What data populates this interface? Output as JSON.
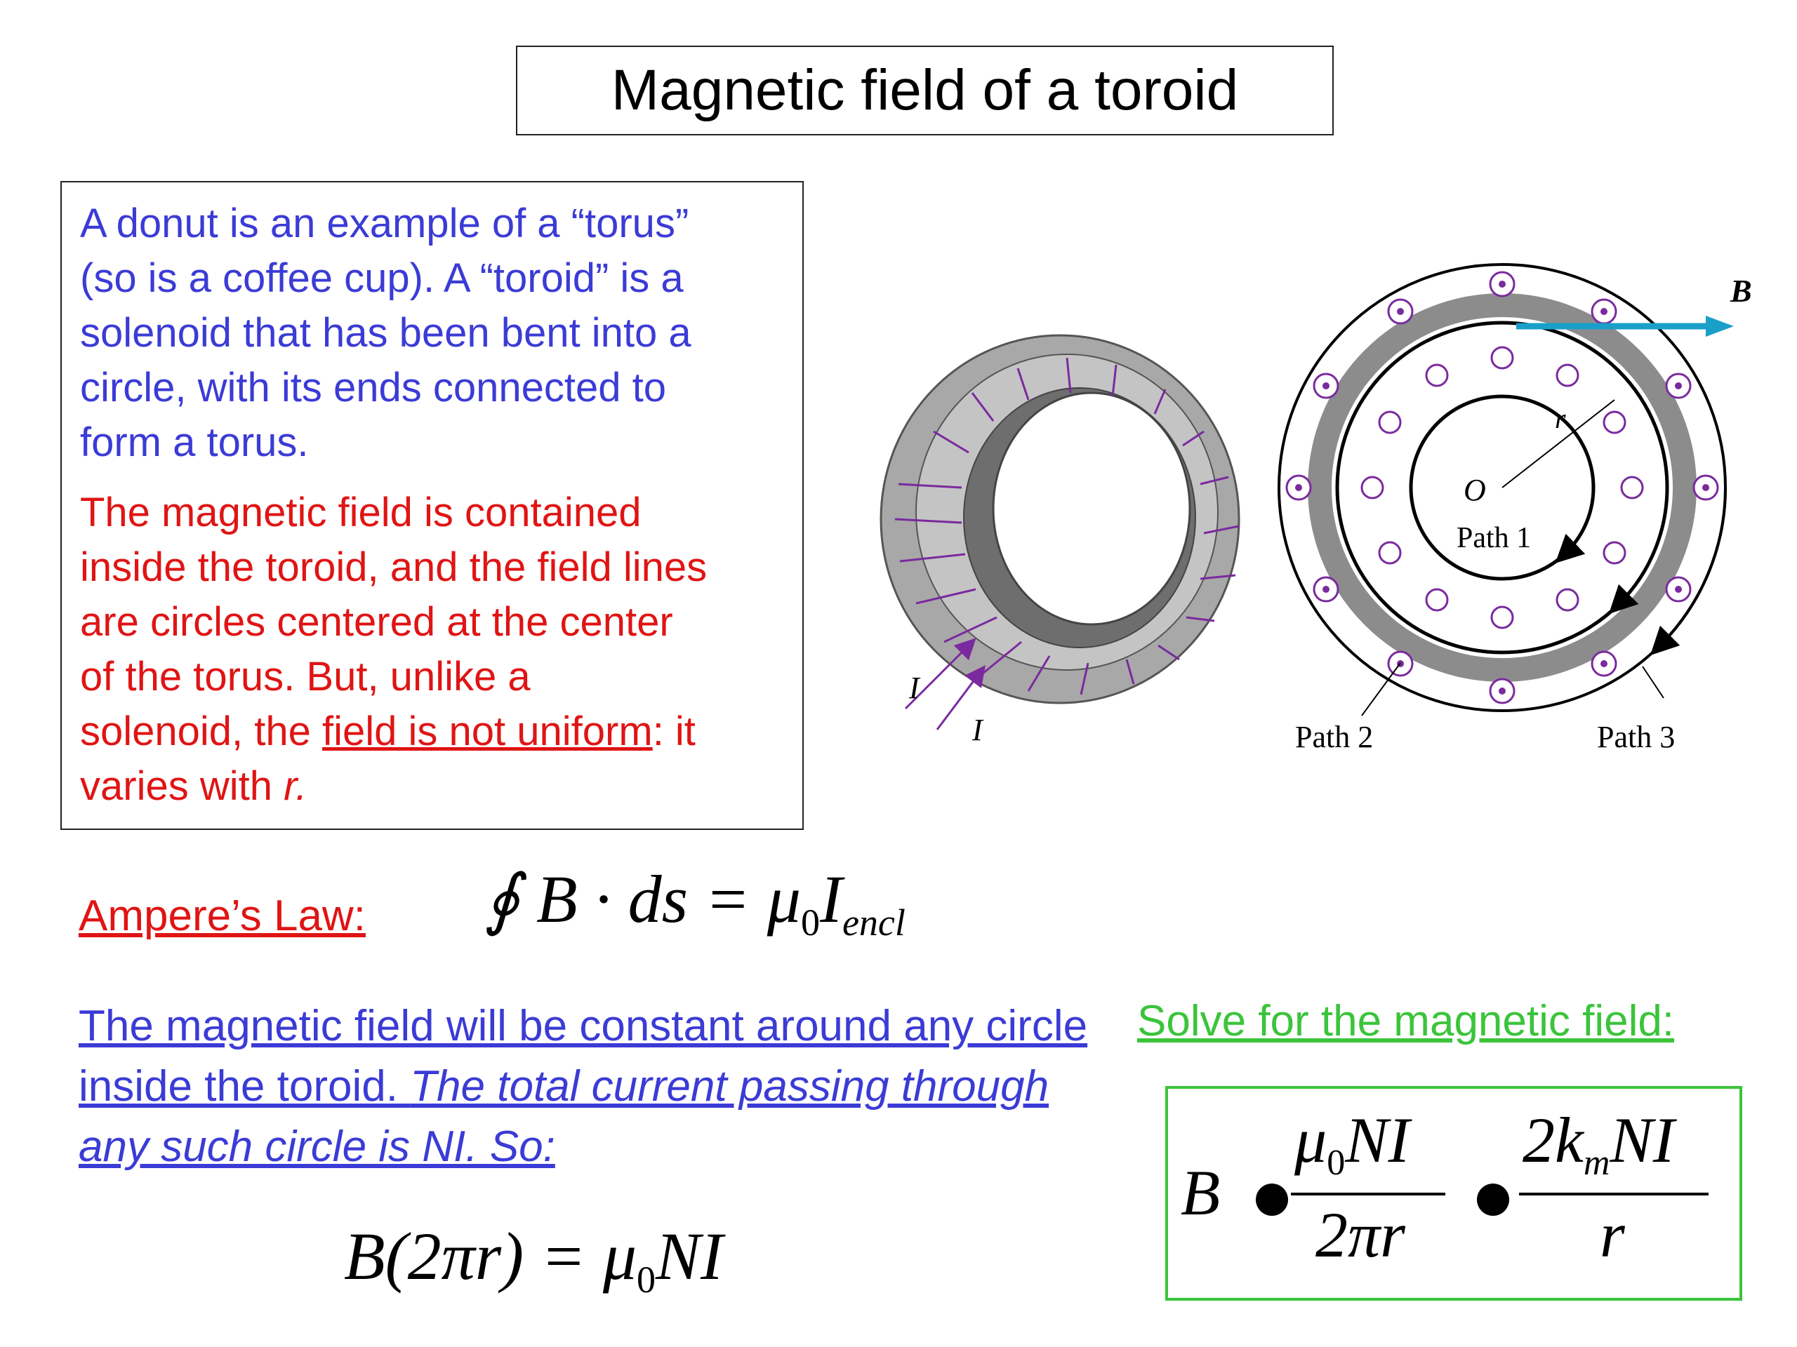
{
  "title": "Magnetic field of a toroid",
  "intro": {
    "line1": "A donut is an example of a “torus”",
    "line2": "(so is a coffee cup).  A “toroid” is a",
    "line3": "solenoid that has been bent into a",
    "line4": "circle, with its ends connected to",
    "line5": "form a torus."
  },
  "field_note": {
    "line1": "The magnetic field is contained",
    "line2": "inside the toroid, and the field lines",
    "line3": "are circles centered at the center",
    "line4": "of the torus.  But, unlike a",
    "line5_pre": "solenoid, the ",
    "line5_underlined": "field is not uniform",
    "line5_post": ":  it",
    "line6_pre": "varies with ",
    "line6_var": "r."
  },
  "ampere": {
    "label": "Ampere’s Law:",
    "eq_lhs": "∮ B · ds",
    "eq_eq": " = μ",
    "eq_zero": "0",
    "eq_I": "I",
    "eq_sub": "encl"
  },
  "constant_note": {
    "normal": "The magnetic field will be constant around any circle inside the toroid. ",
    "italic": "The total current passing through any such circle is NI. So:"
  },
  "eq_bottom": {
    "lhs": "B(2πr) = μ",
    "zero": "0",
    "rhs": "NI"
  },
  "solve": {
    "label": "Solve for the magnetic field:",
    "B": "B",
    "num1": "μ",
    "num1_zero": "0",
    "num1_rest": "NI",
    "den1": "2πr",
    "num2_pre": "2k",
    "num2_sub": "m",
    "num2_rest": "NI",
    "den2": "r"
  },
  "figure": {
    "current_label": "I",
    "B_label": "B",
    "r_label": "r",
    "O_label": "O",
    "path1": "Path 1",
    "path2": "Path 2",
    "path3": "Path 3",
    "colors": {
      "winding": "#7a2a9e",
      "arrow": "#1a9fc9",
      "ring": "#8c8c8c",
      "ring_light": "#bdbdbd",
      "ring_dark": "#6e6e6e"
    }
  }
}
